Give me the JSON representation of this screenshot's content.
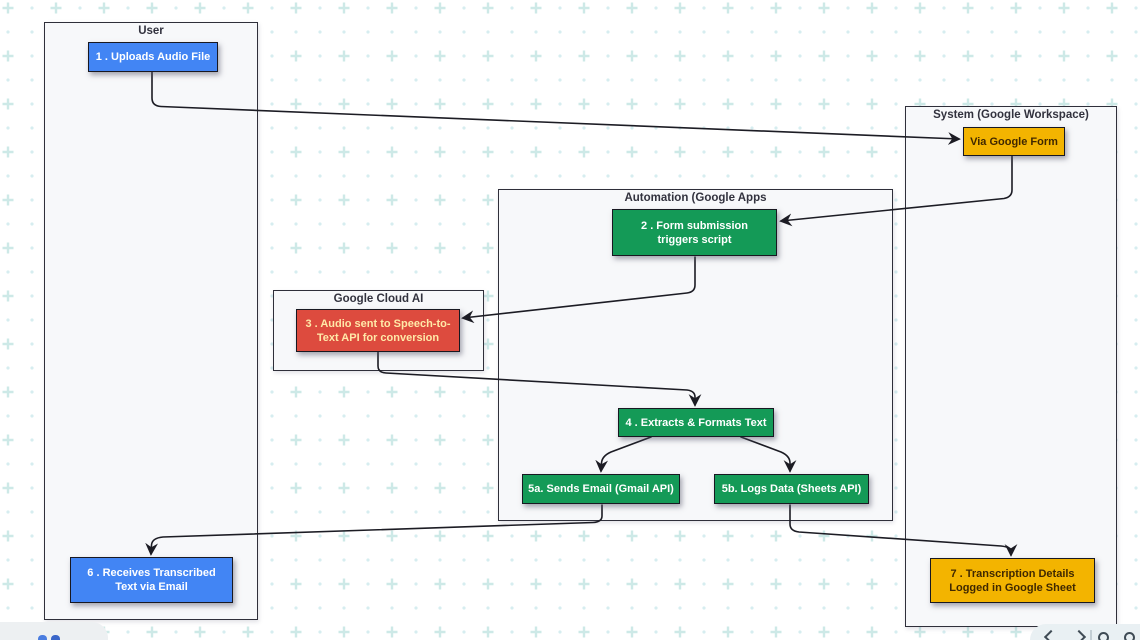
{
  "diagram": {
    "containers": [
      {
        "id": "user",
        "title": "User"
      },
      {
        "id": "system",
        "title": "System (Google Workspace)"
      },
      {
        "id": "automation",
        "title": "Automation (Google Apps"
      },
      {
        "id": "google_cloud_ai",
        "title": "Google Cloud AI"
      }
    ],
    "nodes": [
      {
        "id": "n1",
        "label": "1 . Uploads Audio File",
        "color": "blue"
      },
      {
        "id": "n2",
        "label": "Via Google Form",
        "color": "orange"
      },
      {
        "id": "n3",
        "label": "2 . Form submission\ntriggers script",
        "color": "green"
      },
      {
        "id": "n4",
        "label": "3 . Audio sent to Speech-to-\nText API for conversion",
        "color": "red"
      },
      {
        "id": "n5",
        "label": "4 . Extracts & Formats Text",
        "color": "green"
      },
      {
        "id": "n6",
        "label": "5a. Sends Email (Gmail API)",
        "color": "green"
      },
      {
        "id": "n7",
        "label": "5b. Logs Data (Sheets API)",
        "color": "green"
      },
      {
        "id": "n8",
        "label": "6 . Receives Transcribed\nText via Email",
        "color": "blue"
      },
      {
        "id": "n9",
        "label": "7 . Transcription Details\nLogged in Google Sheet",
        "color": "orange"
      }
    ],
    "edges": [
      {
        "from": "n1",
        "to": "n2"
      },
      {
        "from": "n2",
        "to": "n3"
      },
      {
        "from": "n3",
        "to": "n4"
      },
      {
        "from": "n4",
        "to": "n5"
      },
      {
        "from": "n5",
        "to": "n6"
      },
      {
        "from": "n5",
        "to": "n7"
      },
      {
        "from": "n6",
        "to": "n8"
      },
      {
        "from": "n7",
        "to": "n9"
      }
    ]
  },
  "colors": {
    "node_blue": "#4285F4",
    "node_green": "#149A57",
    "node_red": "#DD4B3E",
    "node_orange": "#F3B400",
    "node_border": "#181821",
    "red_node_text": "#FFE9A8",
    "orange_node_text": "#402800",
    "container_fill": "#F7F8FA",
    "container_border": "#2F2F3A",
    "edge_stroke": "#1C1C24",
    "grid_plus": "#CDE9E7",
    "grid_dot": "#D6EDF0"
  },
  "toolbar": {
    "icons": [
      {
        "name": "chevron-left"
      },
      {
        "name": "chevron-right"
      },
      {
        "name": "zoom-out"
      },
      {
        "name": "zoom-in"
      }
    ]
  }
}
